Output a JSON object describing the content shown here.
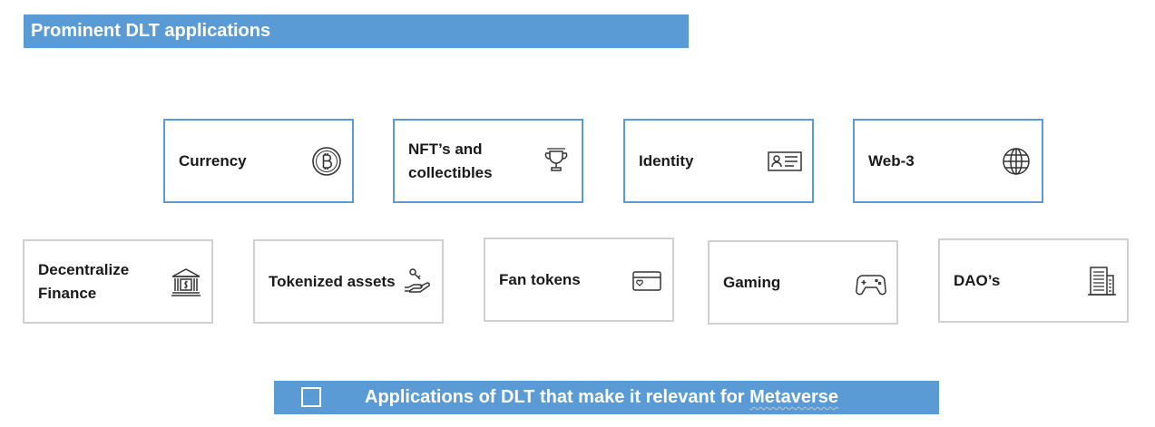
{
  "header": {
    "title": "Prominent DLT applications"
  },
  "row1": [
    {
      "label": "Currency",
      "icon": "bitcoin-icon"
    },
    {
      "label": "NFT’s and collectibles",
      "icon": "trophy-icon"
    },
    {
      "label": "Identity",
      "icon": "id-card-icon"
    },
    {
      "label": "Web-3",
      "icon": "globe-icon"
    }
  ],
  "row2": [
    {
      "label": "Decentralize Finance",
      "icon": "bank-icon"
    },
    {
      "label": "Tokenized assets",
      "icon": "hand-key-icon"
    },
    {
      "label": "Fan tokens",
      "icon": "heart-card-icon"
    },
    {
      "label": "Gaming",
      "icon": "gamepad-icon"
    },
    {
      "label": "DAO’s",
      "icon": "building-icon"
    }
  ],
  "footer": {
    "text_prefix": "Applications of DLT that make it relevant for ",
    "text_suffix": "Metaverse"
  },
  "colors": {
    "accent": "#5b9bd5",
    "grey_border": "#d0d0d0"
  }
}
